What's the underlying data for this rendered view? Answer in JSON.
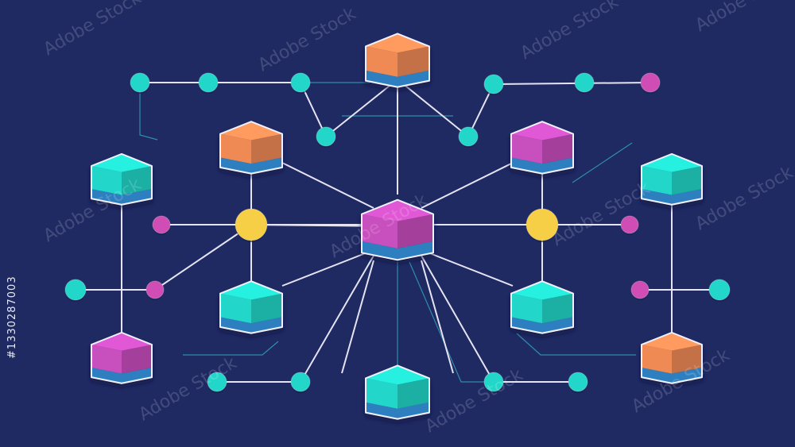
{
  "diagram": {
    "background": "#1f2a63",
    "line_color": "#e6e3f2",
    "thin_line_color": "#35b8c4",
    "colors": {
      "teal": "#22d7c9",
      "orange": "#f08a55",
      "magenta": "#c84fbe",
      "yellow": "#f6cf46",
      "pink": "#cf4db5",
      "cube_base": "#2f7fc0"
    },
    "hub": {
      "color": "magenta"
    },
    "cubes": [
      {
        "id": "top-center",
        "color": "orange"
      },
      {
        "id": "upper-left",
        "color": "orange"
      },
      {
        "id": "upper-right",
        "color": "magenta"
      },
      {
        "id": "far-left",
        "color": "teal"
      },
      {
        "id": "far-right",
        "color": "teal"
      },
      {
        "id": "mid-left",
        "color": "teal"
      },
      {
        "id": "mid-right",
        "color": "teal"
      },
      {
        "id": "bottom-left",
        "color": "magenta"
      },
      {
        "id": "bottom-right",
        "color": "orange"
      },
      {
        "id": "bottom-center",
        "color": "teal"
      }
    ]
  },
  "watermark": {
    "text": "Adobe Stock",
    "stock_number": "#1330287003"
  }
}
